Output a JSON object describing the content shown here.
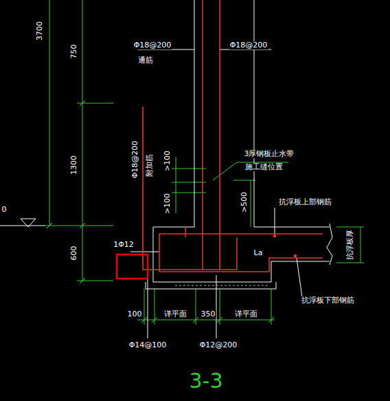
{
  "diagram": {
    "title": "3-3",
    "labels": [
      "3700",
      "750",
      "1300",
      "600",
      "0",
      "Φ18@200",
      "通筋",
      "Φ18@200",
      "Φ18@200",
      "附加筋",
      "3厚钢板止水带",
      "施工缝位置",
      ">100",
      ">100",
      ">500",
      "抗浮板上部钢筋",
      "抗浮板厚",
      "1Φ12",
      "La",
      "抗浮板下部钢筋",
      "100",
      "详平面",
      "350",
      "详平面",
      "Φ14@100",
      "Φ12@200"
    ]
  }
}
